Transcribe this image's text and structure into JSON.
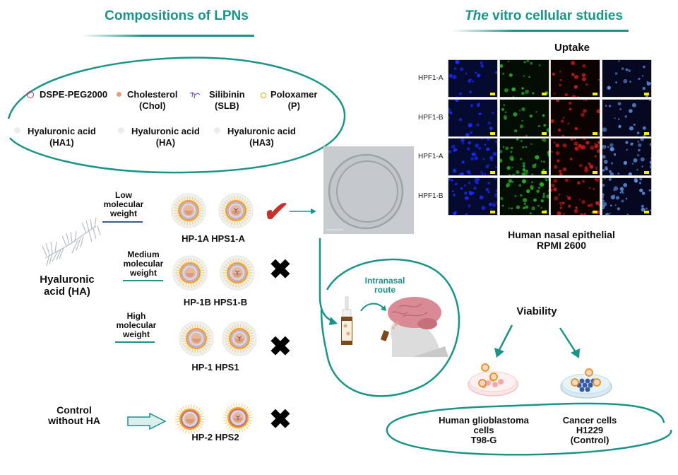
{
  "left_title": "Compositions of LPNs",
  "right_title": {
    "italic": "The",
    "rest": " vitro cellular studies"
  },
  "components": [
    {
      "icon": "dspe-peg-ring-icon",
      "line1": "DSPE-PEG2000",
      "line2": ""
    },
    {
      "icon": "cholesterol-dot-icon",
      "line1": "Cholesterol",
      "line2": "(Chol)"
    },
    {
      "icon": "silibinin-molecule-icon",
      "line1": "Silibinin",
      "line2": "(SLB)"
    },
    {
      "icon": "poloxamer-ring-icon",
      "line1": "Poloxamer",
      "line2": "(P)"
    },
    {
      "icon": "ha1-dot-icon",
      "line1": "Hyaluronic acid",
      "line2": "(HA1)"
    },
    {
      "icon": "ha-dot-icon",
      "line1": "Hyaluronic acid",
      "line2": "(HA)"
    },
    {
      "icon": "ha3-dot-icon",
      "line1": "Hyaluronic acid",
      "line2": "(HA3)"
    }
  ],
  "ha_label": {
    "line1": "Hyaluronic",
    "line2": "acid (HA)"
  },
  "formulation_rows": [
    {
      "weight": [
        "Low",
        "molecular",
        "weight"
      ],
      "names": "HP-1A HPS1-A",
      "result": "check"
    },
    {
      "weight": [
        "Medium",
        "molecular",
        "weight"
      ],
      "names": "HP-1B HPS1-B",
      "result": "cross"
    },
    {
      "weight": [
        "High",
        "molecular",
        "weight"
      ],
      "names": "HP-1 HPS1",
      "result": "cross"
    }
  ],
  "control": {
    "label": [
      "Control",
      "without HA"
    ],
    "names": "HP-2 HPS2",
    "result": "cross"
  },
  "result_symbols": {
    "check": "✔",
    "cross": "✖"
  },
  "uptake": {
    "title": "Uptake",
    "row_labels": [
      "HPF1-A",
      "HPF1-B",
      "HPF1-A",
      "HPF1-B"
    ],
    "channels": [
      "blue",
      "green",
      "red",
      "merge"
    ],
    "caption": [
      "Human nasal epithelial",
      "RPMI 2600"
    ]
  },
  "intranasal": {
    "label": [
      "Intranasal",
      "route"
    ]
  },
  "viability": {
    "title": "Viability",
    "cells": [
      {
        "lines": [
          "Human glioblastoma",
          "cells",
          "T98-G"
        ]
      },
      {
        "lines": [
          "Cancer cells",
          "H1229",
          "(Control)"
        ]
      }
    ]
  },
  "colors": {
    "teal": "#1a9488",
    "check_red": "#c9302c",
    "low_mw_line": "#3a5f8a",
    "microscopy_blue": "#0a1a6e",
    "microscopy_green": "#0a4a10",
    "microscopy_red": "#4a0808"
  }
}
